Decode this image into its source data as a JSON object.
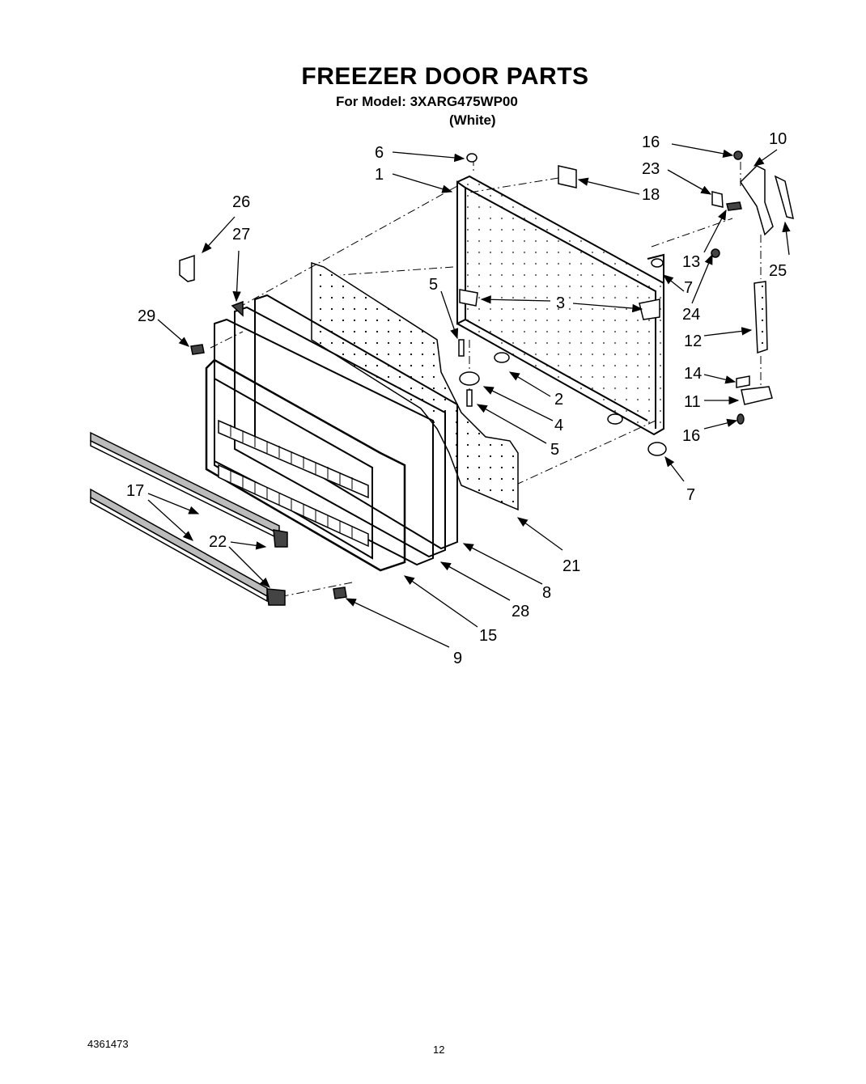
{
  "header": {
    "title": "FREEZER DOOR PARTS",
    "model_line": "For Model: 3XARG475WP00",
    "color_line": "(White)"
  },
  "footer": {
    "doc_number": "4361473",
    "page_number": "12"
  },
  "callouts": {
    "c1": "1",
    "c2": "2",
    "c3": "3",
    "c4": "4",
    "c5a": "5",
    "c5b": "5",
    "c6": "6",
    "c7a": "7",
    "c7b": "7",
    "c8": "8",
    "c9": "9",
    "c10": "10",
    "c11": "11",
    "c12": "12",
    "c13": "13",
    "c14": "14",
    "c15": "15",
    "c16a": "16",
    "c16b": "16",
    "c17": "17",
    "c18": "18",
    "c21": "21",
    "c22": "22",
    "c23": "23",
    "c24": "24",
    "c25": "25",
    "c26": "26",
    "c27": "27",
    "c28": "28",
    "c29": "29"
  }
}
